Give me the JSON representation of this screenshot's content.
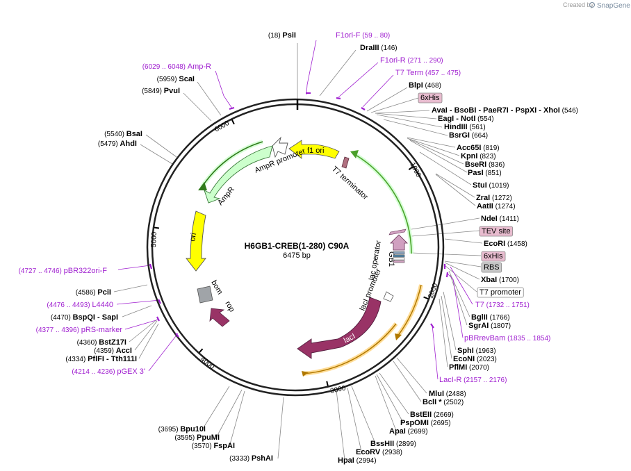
{
  "credit": {
    "created_by": "Created by",
    "brand": "SnapGene"
  },
  "plasmid": {
    "name": "H6GB1-CREB(1-280) C90A",
    "size_label": "6475 bp",
    "length": 6475
  },
  "ticks": [
    {
      "label": "1000",
      "pos": 1000
    },
    {
      "label": "2000",
      "pos": 2000
    },
    {
      "label": "3000",
      "pos": 3000
    },
    {
      "label": "4000",
      "pos": 4000
    },
    {
      "label": "5000",
      "pos": 5000
    },
    {
      "label": "6000",
      "pos": 6000
    }
  ],
  "right_sites": [
    {
      "parts": [
        {
          "t": "BlpI",
          "k": "n"
        },
        {
          "t": "  (468)",
          "k": "p"
        }
      ]
    },
    {
      "parts": [
        {
          "t": "6xHis",
          "k": "box"
        }
      ]
    },
    {
      "parts": [
        {
          "t": "AvaI",
          "k": "n"
        },
        {
          "t": " - ",
          "k": "n"
        },
        {
          "t": "BsoBI",
          "k": "n"
        },
        {
          "t": " - ",
          "k": "n"
        },
        {
          "t": "PaeR7I",
          "k": "n"
        },
        {
          "t": " - ",
          "k": "n"
        },
        {
          "t": "PspXI",
          "k": "n"
        },
        {
          "t": " - ",
          "k": "n"
        },
        {
          "t": "XhoI",
          "k": "n"
        },
        {
          "t": "  (546)",
          "k": "p"
        }
      ]
    },
    {
      "parts": [
        {
          "t": "EagI",
          "k": "n"
        },
        {
          "t": " - ",
          "k": "n"
        },
        {
          "t": "NotI",
          "k": "n"
        },
        {
          "t": "  (554)",
          "k": "p"
        }
      ]
    },
    {
      "parts": [
        {
          "t": "HindIII",
          "k": "n"
        },
        {
          "t": "  (561)",
          "k": "p"
        }
      ]
    },
    {
      "parts": [
        {
          "t": "BsrGI",
          "k": "n"
        },
        {
          "t": "  (664)",
          "k": "p"
        }
      ]
    },
    {
      "parts": [
        {
          "t": "Acc65I",
          "k": "n"
        },
        {
          "t": "  (819)",
          "k": "p"
        }
      ]
    },
    {
      "parts": [
        {
          "t": "KpnI",
          "k": "n"
        },
        {
          "t": "  (823)",
          "k": "p"
        }
      ]
    },
    {
      "parts": [
        {
          "t": "BseRI",
          "k": "n"
        },
        {
          "t": "  (836)",
          "k": "p"
        }
      ]
    },
    {
      "parts": [
        {
          "t": "PasI",
          "k": "n"
        },
        {
          "t": "  (851)",
          "k": "p"
        }
      ]
    },
    {
      "parts": [
        {
          "t": "StuI",
          "k": "n"
        },
        {
          "t": "  (1019)",
          "k": "p"
        }
      ]
    },
    {
      "parts": [
        {
          "t": "ZraI",
          "k": "n"
        },
        {
          "t": "  (1272)",
          "k": "p"
        }
      ]
    },
    {
      "parts": [
        {
          "t": "AatII",
          "k": "n"
        },
        {
          "t": "  (1274)",
          "k": "p"
        }
      ]
    },
    {
      "parts": [
        {
          "t": "NdeI",
          "k": "n"
        },
        {
          "t": "  (1411)",
          "k": "p"
        }
      ]
    },
    {
      "parts": [
        {
          "t": "TEV site",
          "k": "box"
        }
      ]
    },
    {
      "parts": [
        {
          "t": "EcoRI",
          "k": "n"
        },
        {
          "t": "  (1458)",
          "k": "p"
        }
      ]
    },
    {
      "parts": [
        {
          "t": "6xHis",
          "k": "box"
        }
      ]
    },
    {
      "parts": [
        {
          "t": "RBS",
          "k": "gbox"
        }
      ]
    },
    {
      "parts": [
        {
          "t": "XbaI",
          "k": "n"
        },
        {
          "t": "  (1700)",
          "k": "p"
        }
      ]
    },
    {
      "parts": [
        {
          "t": "T7 promoter",
          "k": "wbox"
        }
      ]
    },
    {
      "parts": [
        {
          "t": "T7",
          "k": "pr"
        },
        {
          "t": "  (1732 .. 1751)",
          "k": "pp"
        }
      ]
    },
    {
      "parts": [
        {
          "t": "BglII",
          "k": "n"
        },
        {
          "t": "  (1766)",
          "k": "p"
        }
      ]
    },
    {
      "parts": [
        {
          "t": "SgrAI",
          "k": "n"
        },
        {
          "t": "  (1807)",
          "k": "p"
        }
      ]
    },
    {
      "parts": [
        {
          "t": "pBRrevBam",
          "k": "pr"
        },
        {
          "t": "  (1835 .. 1854)",
          "k": "pp"
        }
      ]
    },
    {
      "parts": [
        {
          "t": "SphI",
          "k": "n"
        },
        {
          "t": "  (1963)",
          "k": "p"
        }
      ]
    },
    {
      "parts": [
        {
          "t": "EcoNI",
          "k": "n"
        },
        {
          "t": "  (2023)",
          "k": "p"
        }
      ]
    },
    {
      "parts": [
        {
          "t": "PflMI",
          "k": "n"
        },
        {
          "t": "  (2070)",
          "k": "p"
        }
      ]
    },
    {
      "parts": [
        {
          "t": "LacI-R",
          "k": "pr"
        },
        {
          "t": "  (2157 .. 2176)",
          "k": "pp"
        }
      ]
    },
    {
      "parts": [
        {
          "t": "MluI",
          "k": "n"
        },
        {
          "t": "  (2488)",
          "k": "p"
        }
      ]
    },
    {
      "parts": [
        {
          "t": "BclI *",
          "k": "n"
        },
        {
          "t": "  (2502)",
          "k": "p"
        }
      ]
    },
    {
      "parts": [
        {
          "t": "BstEII",
          "k": "n"
        },
        {
          "t": "  (2669)",
          "k": "p"
        }
      ]
    },
    {
      "parts": [
        {
          "t": "PspOMI",
          "k": "n"
        },
        {
          "t": "  (2695)",
          "k": "p"
        }
      ]
    },
    {
      "parts": [
        {
          "t": "ApaI",
          "k": "n"
        },
        {
          "t": "  (2699)",
          "k": "p"
        }
      ]
    },
    {
      "parts": [
        {
          "t": "BssHII",
          "k": "n"
        },
        {
          "t": "  (2899)",
          "k": "p"
        }
      ]
    },
    {
      "parts": [
        {
          "t": "EcoRV",
          "k": "n"
        },
        {
          "t": "  (2938)",
          "k": "p"
        }
      ]
    },
    {
      "parts": [
        {
          "t": "HpaI",
          "k": "n"
        },
        {
          "t": "  (2994)",
          "k": "p"
        }
      ]
    }
  ],
  "top_sites": [
    {
      "parts": [
        {
          "t": "(18)  ",
          "k": "p"
        },
        {
          "t": "PsiI",
          "k": "n"
        }
      ]
    },
    {
      "parts": [
        {
          "t": "F1ori-F",
          "k": "pr"
        },
        {
          "t": "   (59 .. 80)",
          "k": "pp"
        }
      ]
    },
    {
      "parts": [
        {
          "t": "DraIII",
          "k": "n"
        },
        {
          "t": "  (146)",
          "k": "p"
        }
      ]
    },
    {
      "parts": [
        {
          "t": "F1ori-R",
          "k": "pr"
        },
        {
          "t": "   (271 .. 290)",
          "k": "pp"
        }
      ]
    },
    {
      "parts": [
        {
          "t": "T7 Term",
          "k": "pr"
        },
        {
          "t": "   (457 .. 475)",
          "k": "pp"
        }
      ]
    }
  ],
  "left_sites": [
    {
      "parts": [
        {
          "t": "(6029 .. 6048)  ",
          "k": "pp"
        },
        {
          "t": "Amp-R",
          "k": "pr"
        }
      ]
    },
    {
      "parts": [
        {
          "t": "(5959)  ",
          "k": "p"
        },
        {
          "t": "ScaI",
          "k": "n"
        }
      ]
    },
    {
      "parts": [
        {
          "t": "(5849)  ",
          "k": "p"
        },
        {
          "t": "PvuI",
          "k": "n"
        }
      ]
    },
    {
      "parts": [
        {
          "t": "(5540)  ",
          "k": "p"
        },
        {
          "t": "BsaI",
          "k": "n"
        }
      ]
    },
    {
      "parts": [
        {
          "t": "(5479)  ",
          "k": "p"
        },
        {
          "t": "AhdI",
          "k": "n"
        }
      ]
    },
    {
      "parts": [
        {
          "t": "(4727 .. 4746)  ",
          "k": "pp"
        },
        {
          "t": "pBR322ori-F",
          "k": "pr"
        }
      ]
    },
    {
      "parts": [
        {
          "t": "(4586)  ",
          "k": "p"
        },
        {
          "t": "PciI",
          "k": "n"
        }
      ]
    },
    {
      "parts": [
        {
          "t": "(4476 .. 4493)  ",
          "k": "pp"
        },
        {
          "t": "L4440",
          "k": "pr"
        }
      ]
    },
    {
      "parts": [
        {
          "t": "(4470)  ",
          "k": "p"
        },
        {
          "t": "BspQI",
          "k": "n"
        },
        {
          "t": "  - ",
          "k": "n"
        },
        {
          "t": "SapI",
          "k": "n"
        }
      ]
    },
    {
      "parts": [
        {
          "t": "(4377 .. 4396)  ",
          "k": "pp"
        },
        {
          "t": "pRS-marker",
          "k": "pr"
        }
      ]
    },
    {
      "parts": [
        {
          "t": "(4360)  ",
          "k": "p"
        },
        {
          "t": "BstZ17I",
          "k": "n"
        }
      ]
    },
    {
      "parts": [
        {
          "t": "(4359)  ",
          "k": "p"
        },
        {
          "t": "AccI",
          "k": "n"
        }
      ]
    },
    {
      "parts": [
        {
          "t": "(4334)  ",
          "k": "p"
        },
        {
          "t": "PflFI",
          "k": "n"
        },
        {
          "t": "  - ",
          "k": "n"
        },
        {
          "t": "Tth111I",
          "k": "n"
        }
      ]
    },
    {
      "parts": [
        {
          "t": "(4214 .. 4236)  ",
          "k": "pp"
        },
        {
          "t": "pGEX 3'",
          "k": "pr"
        }
      ]
    }
  ],
  "bottom_sites": [
    {
      "parts": [
        {
          "t": "(3695)  ",
          "k": "p"
        },
        {
          "t": "Bpu10I",
          "k": "n"
        }
      ]
    },
    {
      "parts": [
        {
          "t": "(3595)  ",
          "k": "p"
        },
        {
          "t": "PpuMI",
          "k": "n"
        }
      ]
    },
    {
      "parts": [
        {
          "t": "(3570)  ",
          "k": "p"
        },
        {
          "t": "FspAI",
          "k": "n"
        }
      ]
    },
    {
      "parts": [
        {
          "t": "(3333)  ",
          "k": "p"
        },
        {
          "t": "PshAI",
          "k": "n"
        }
      ]
    }
  ],
  "features": [
    {
      "label": "f1 ori",
      "color": "#ffff00",
      "stroke": "#8a8a00"
    },
    {
      "label": "T7 terminator",
      "color": "#b07080",
      "stroke": "#5a2a3a"
    },
    {
      "label": "AmpR promoter",
      "color": "#ffffff",
      "stroke": "#555555"
    },
    {
      "label": "AmpR",
      "color": "#ccffcc",
      "stroke": "#3a7a3a"
    },
    {
      "label": "ori",
      "color": "#ffff00",
      "stroke": "#8a8a00"
    },
    {
      "label": "bom",
      "color": "#a0a4a8",
      "stroke": "#555555"
    },
    {
      "label": "rop",
      "color": "#993366",
      "stroke": "#552040"
    },
    {
      "label": "lacI",
      "color": "#993366",
      "stroke": "#552040"
    },
    {
      "label": "lacI promoter",
      "color": "#ffffff",
      "stroke": "#555555"
    },
    {
      "label": "lac operator",
      "color": "#ffffff",
      "stroke": "#555555"
    },
    {
      "label": "GB1",
      "color": "#d0a0c0",
      "stroke": "#663355"
    }
  ]
}
